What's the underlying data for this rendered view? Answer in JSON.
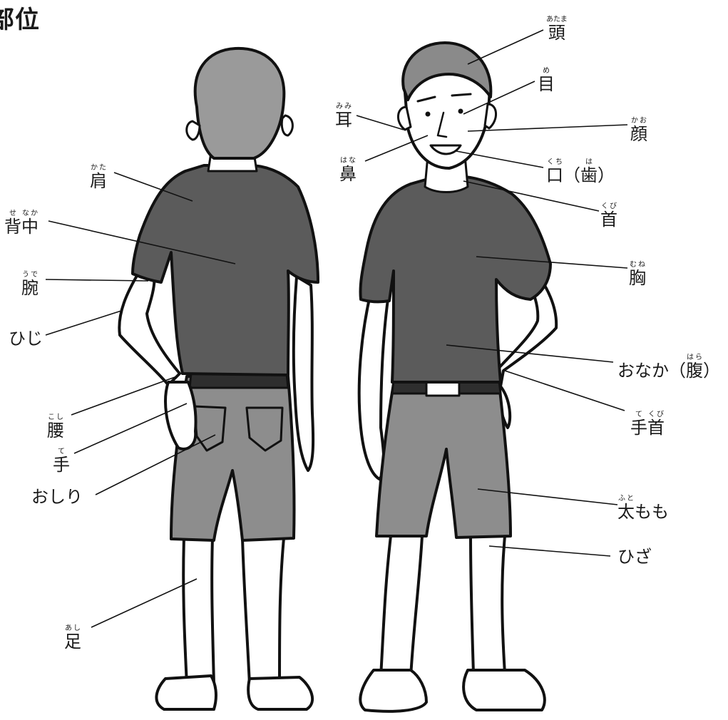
{
  "title": "部位",
  "labels": {
    "atama": {
      "base": "頭",
      "ruby": "あたま"
    },
    "me": {
      "base": "目",
      "ruby": "め"
    },
    "mimi": {
      "base": "耳",
      "ruby": "みみ"
    },
    "kao": {
      "base": "顔",
      "ruby": "かお"
    },
    "hana": {
      "base": "鼻",
      "ruby": "はな"
    },
    "kuchi": {
      "base": "口",
      "ruby": "くち",
      "paren_open": "（",
      "ha_base": "歯",
      "ha_ruby": "は",
      "paren_close": "）"
    },
    "kubi": {
      "base": "首",
      "ruby": "くび"
    },
    "kata": {
      "base": "肩",
      "ruby": "かた"
    },
    "senaka": {
      "base1": "背",
      "ruby1": "せ",
      "base2": "中",
      "ruby2": "なか"
    },
    "mune": {
      "base": "胸",
      "ruby": "むね"
    },
    "ude": {
      "base": "腕",
      "ruby": "うで"
    },
    "hiji": {
      "text": "ひじ"
    },
    "onaka": {
      "text": "おなか",
      "paren_open": "（",
      "base": "腹",
      "ruby": "はら",
      "paren_close": "）"
    },
    "koshi": {
      "base": "腰",
      "ruby": "こし"
    },
    "tekubi": {
      "base1": "手",
      "ruby1": "て",
      "base2": "首",
      "ruby2": "くび"
    },
    "te": {
      "base": "手",
      "ruby": "て"
    },
    "oshiri": {
      "text": "おしり"
    },
    "futomomo": {
      "base": "太",
      "ruby": "ふと",
      "text": "もも"
    },
    "hiza": {
      "text": "ひざ"
    },
    "ashi": {
      "base": "足",
      "ruby": "あし"
    }
  },
  "colors": {
    "shirt": "#5b5b5b",
    "shorts": "#8d8d8d",
    "outline": "#111111",
    "hair": "#7a7a7a",
    "skin": "#ffffff",
    "belt": "#2e2e2e"
  }
}
